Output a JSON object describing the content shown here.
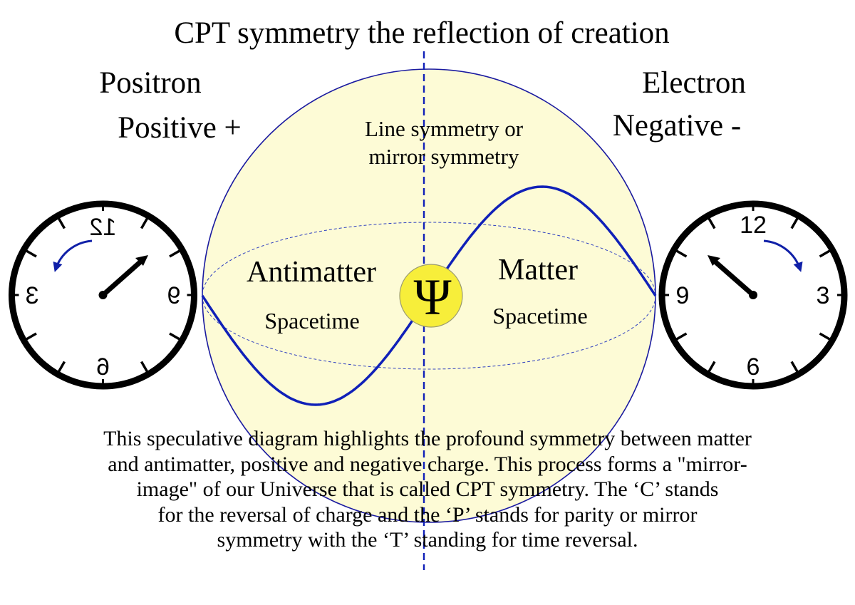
{
  "title": "CPT symmetry the reflection of creation",
  "left": {
    "particle": "Positron",
    "charge": "Positive +",
    "region_label": "Antimatter",
    "region_sublabel": "Spacetime",
    "clock": {
      "n12": "12",
      "n3": "3",
      "n6": "6",
      "n9": "9",
      "mirrored": true
    }
  },
  "right": {
    "particle": "Electron",
    "charge": "Negative -",
    "region_label": "Matter",
    "region_sublabel": "Spacetime",
    "clock": {
      "n12": "12",
      "n3": "3",
      "n6": "6",
      "n9": "9",
      "mirrored": false
    }
  },
  "center": {
    "mirror_label_line1": "Line symmetry or",
    "mirror_label_line2": "mirror symmetry",
    "psi_symbol": "Ψ"
  },
  "caption_lines": [
    "This speculative diagram highlights the profound symmetry between matter",
    "and antimatter, positive and negative charge. This process forms a \"mirror-",
    "image\" of our Universe that is called CPT symmetry. The ‘C’ stands",
    "for the reversal of charge and the ‘P’ stands for parity or mirror",
    "symmetry with the ‘T’ standing for time reversal."
  ],
  "colors": {
    "sphere_fill": "#fdfbd6",
    "sphere_stroke": "#1a1aa0",
    "wave": "#1020b8",
    "psi_fill": "#f7ee3a",
    "arrow": "#1020a8",
    "text": "#000000"
  }
}
